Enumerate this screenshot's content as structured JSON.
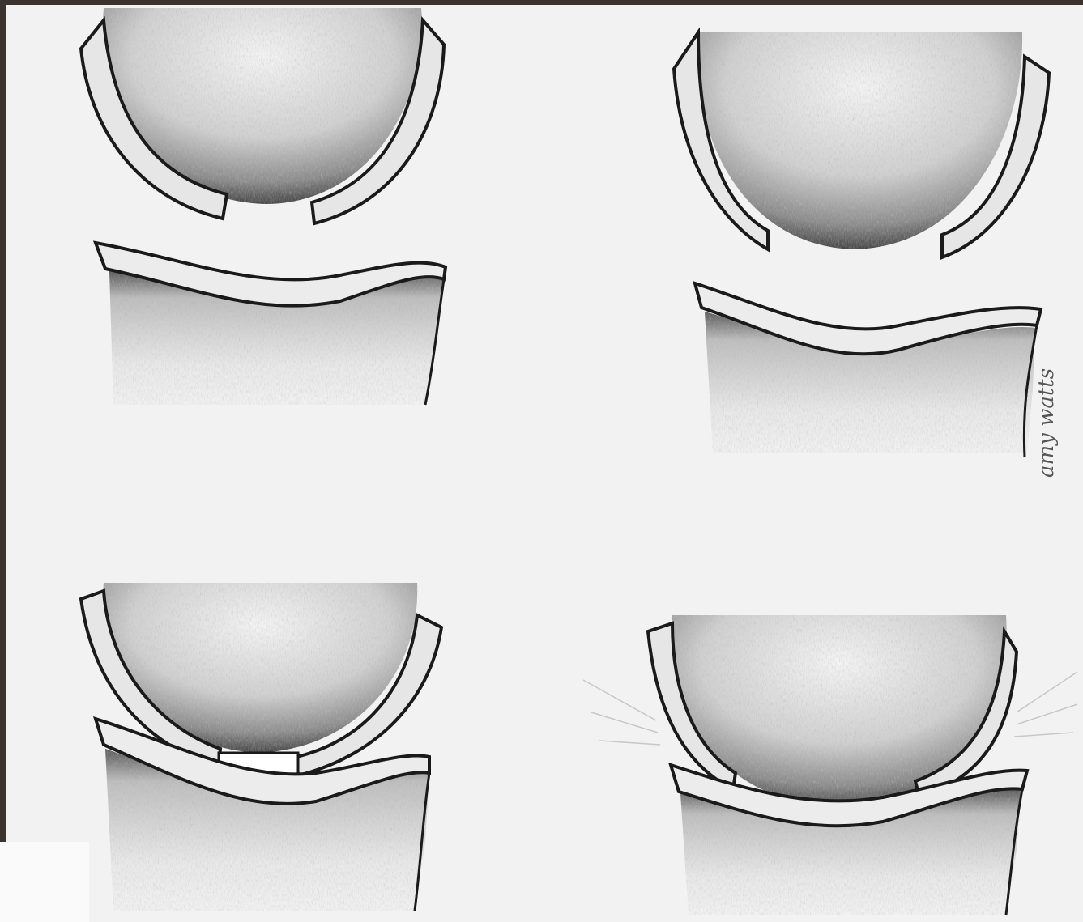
{
  "illustration": {
    "signature": "amy watts",
    "paper_color": "#f2f2f2",
    "ink_color": "#1a1a1a",
    "shade_color": "#8f8f8f",
    "background_color": "#3a3330"
  },
  "panels": [
    {
      "id": "top-left",
      "state": "separated, with meniscus"
    },
    {
      "id": "top-right",
      "state": "separated, without meniscus"
    },
    {
      "id": "bottom-left",
      "state": "in contact, meniscus spacer"
    },
    {
      "id": "bottom-right",
      "state": "in contact, pressed"
    }
  ]
}
